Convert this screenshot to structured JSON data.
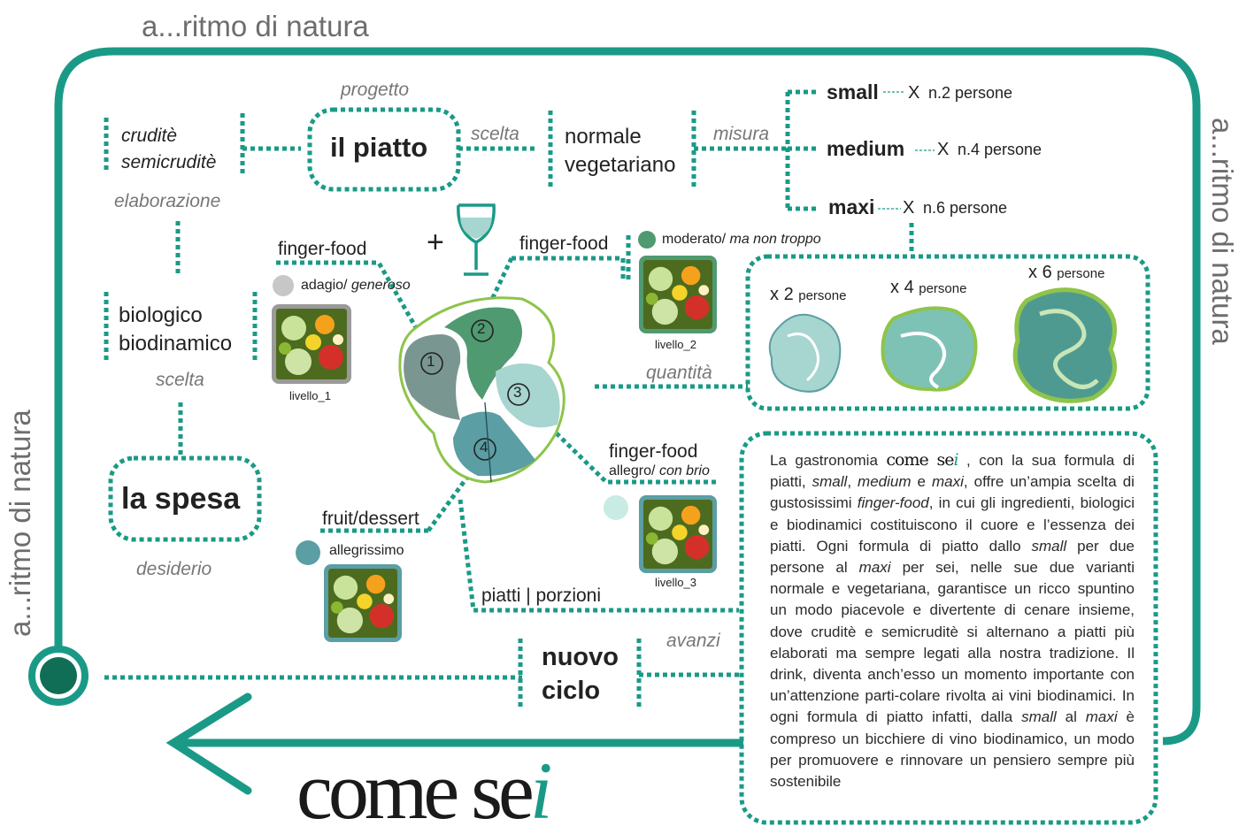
{
  "colors": {
    "frame": "#1a9a86",
    "dark_green": "#0f6e55",
    "leaf1": "#7a9691",
    "leaf2": "#4f9a70",
    "leaf3": "#a7d5cf",
    "leaf4": "#5b9ea3",
    "outline": "#8ec44a"
  },
  "frame": {
    "top_label": "a...ritmo di natura",
    "left_label": "a...ritmo di natura",
    "right_label": "a...ritmo di natura"
  },
  "plate": {
    "title": "il piatto",
    "label_top": "progetto"
  },
  "raw": {
    "line1": "cruditè",
    "line2": "semicruditè",
    "label": "elaborazione"
  },
  "choice1_label": "scelta",
  "type": {
    "line1": "normale",
    "line2": "vegetariano",
    "label": "misura"
  },
  "sizes": [
    {
      "name": "small",
      "x": "X",
      "persons": "n.2 persone"
    },
    {
      "name": "medium",
      "x": "X",
      "persons": "n.4 persone"
    },
    {
      "name": "maxi",
      "x": "X",
      "persons": "n.6 persone"
    }
  ],
  "origin": {
    "line1": "biologico",
    "line2": "biodinamico",
    "label": "scelta"
  },
  "shopping": {
    "title": "la spesa",
    "label": "desiderio"
  },
  "center": {
    "plus": "+",
    "numbers": [
      "1",
      "2",
      "3",
      "4"
    ],
    "ff1": {
      "title": "finger-food",
      "tempo": "adagio/",
      "tempo_it": "generoso",
      "level": "livello_1"
    },
    "ff2": {
      "title": "finger-food",
      "tempo": "moderato/",
      "tempo_it": "ma non troppo",
      "level": "livello_2"
    },
    "ff3": {
      "title": "finger-food",
      "tempo": "allegro/",
      "tempo_it": "con brio",
      "level": "livello_3"
    },
    "dessert": {
      "title": "fruit/dessert",
      "tempo": "allegrissimo"
    },
    "portions": "piatti | porzioni"
  },
  "quantity": {
    "label": "quantità",
    "items": [
      {
        "x": "x",
        "n": "2",
        "unit": "persone"
      },
      {
        "x": "x",
        "n": "4",
        "unit": "persone"
      },
      {
        "x": "x",
        "n": "6",
        "unit": "persone"
      }
    ]
  },
  "cycle": {
    "line1": "nuovo",
    "line2": "ciclo",
    "label": "avanzi"
  },
  "description": {
    "p1": "La gastronomia",
    "brand_main": "come se",
    "brand_i": "i",
    "p2": ", con la sua formula di piatti,",
    "small": "small",
    "p3": ",",
    "medium": "medium",
    "p4": "e",
    "maxi": "maxi",
    "p5": ", offre un’ampia scelta di gustosissimi",
    "ff": "finger-food",
    "p6": ", in cui gli ingredienti, biologici e biodinamici costituiscono il cuore e l’essenza dei piatti. Ogni formula di piatto dallo",
    "small2": "small",
    "p7": "per due persone al",
    "maxi2": "maxi",
    "p8": "per sei, nelle sue due varianti normale e vegetariana, garantisce un ricco spuntino un modo piacevole e divertente di cenare insieme, dove cruditè e semicruditè si alternano a piatti più elaborati ma sempre legati alla nostra tradizione. Il drink, diventa anch’esso un momento importante con un’attenzione parti-colare rivolta ai vini biodinamici. In ogni formula di piatto infatti, dalla",
    "small3": "small",
    "p9": "al",
    "maxi3": "maxi",
    "p10": "è compreso un bicchiere di vino biodinamico, un modo per promuovere e rinnovare un pensiero sempre più sostenibile"
  },
  "logo": {
    "main": "come se",
    "accent": "i"
  }
}
